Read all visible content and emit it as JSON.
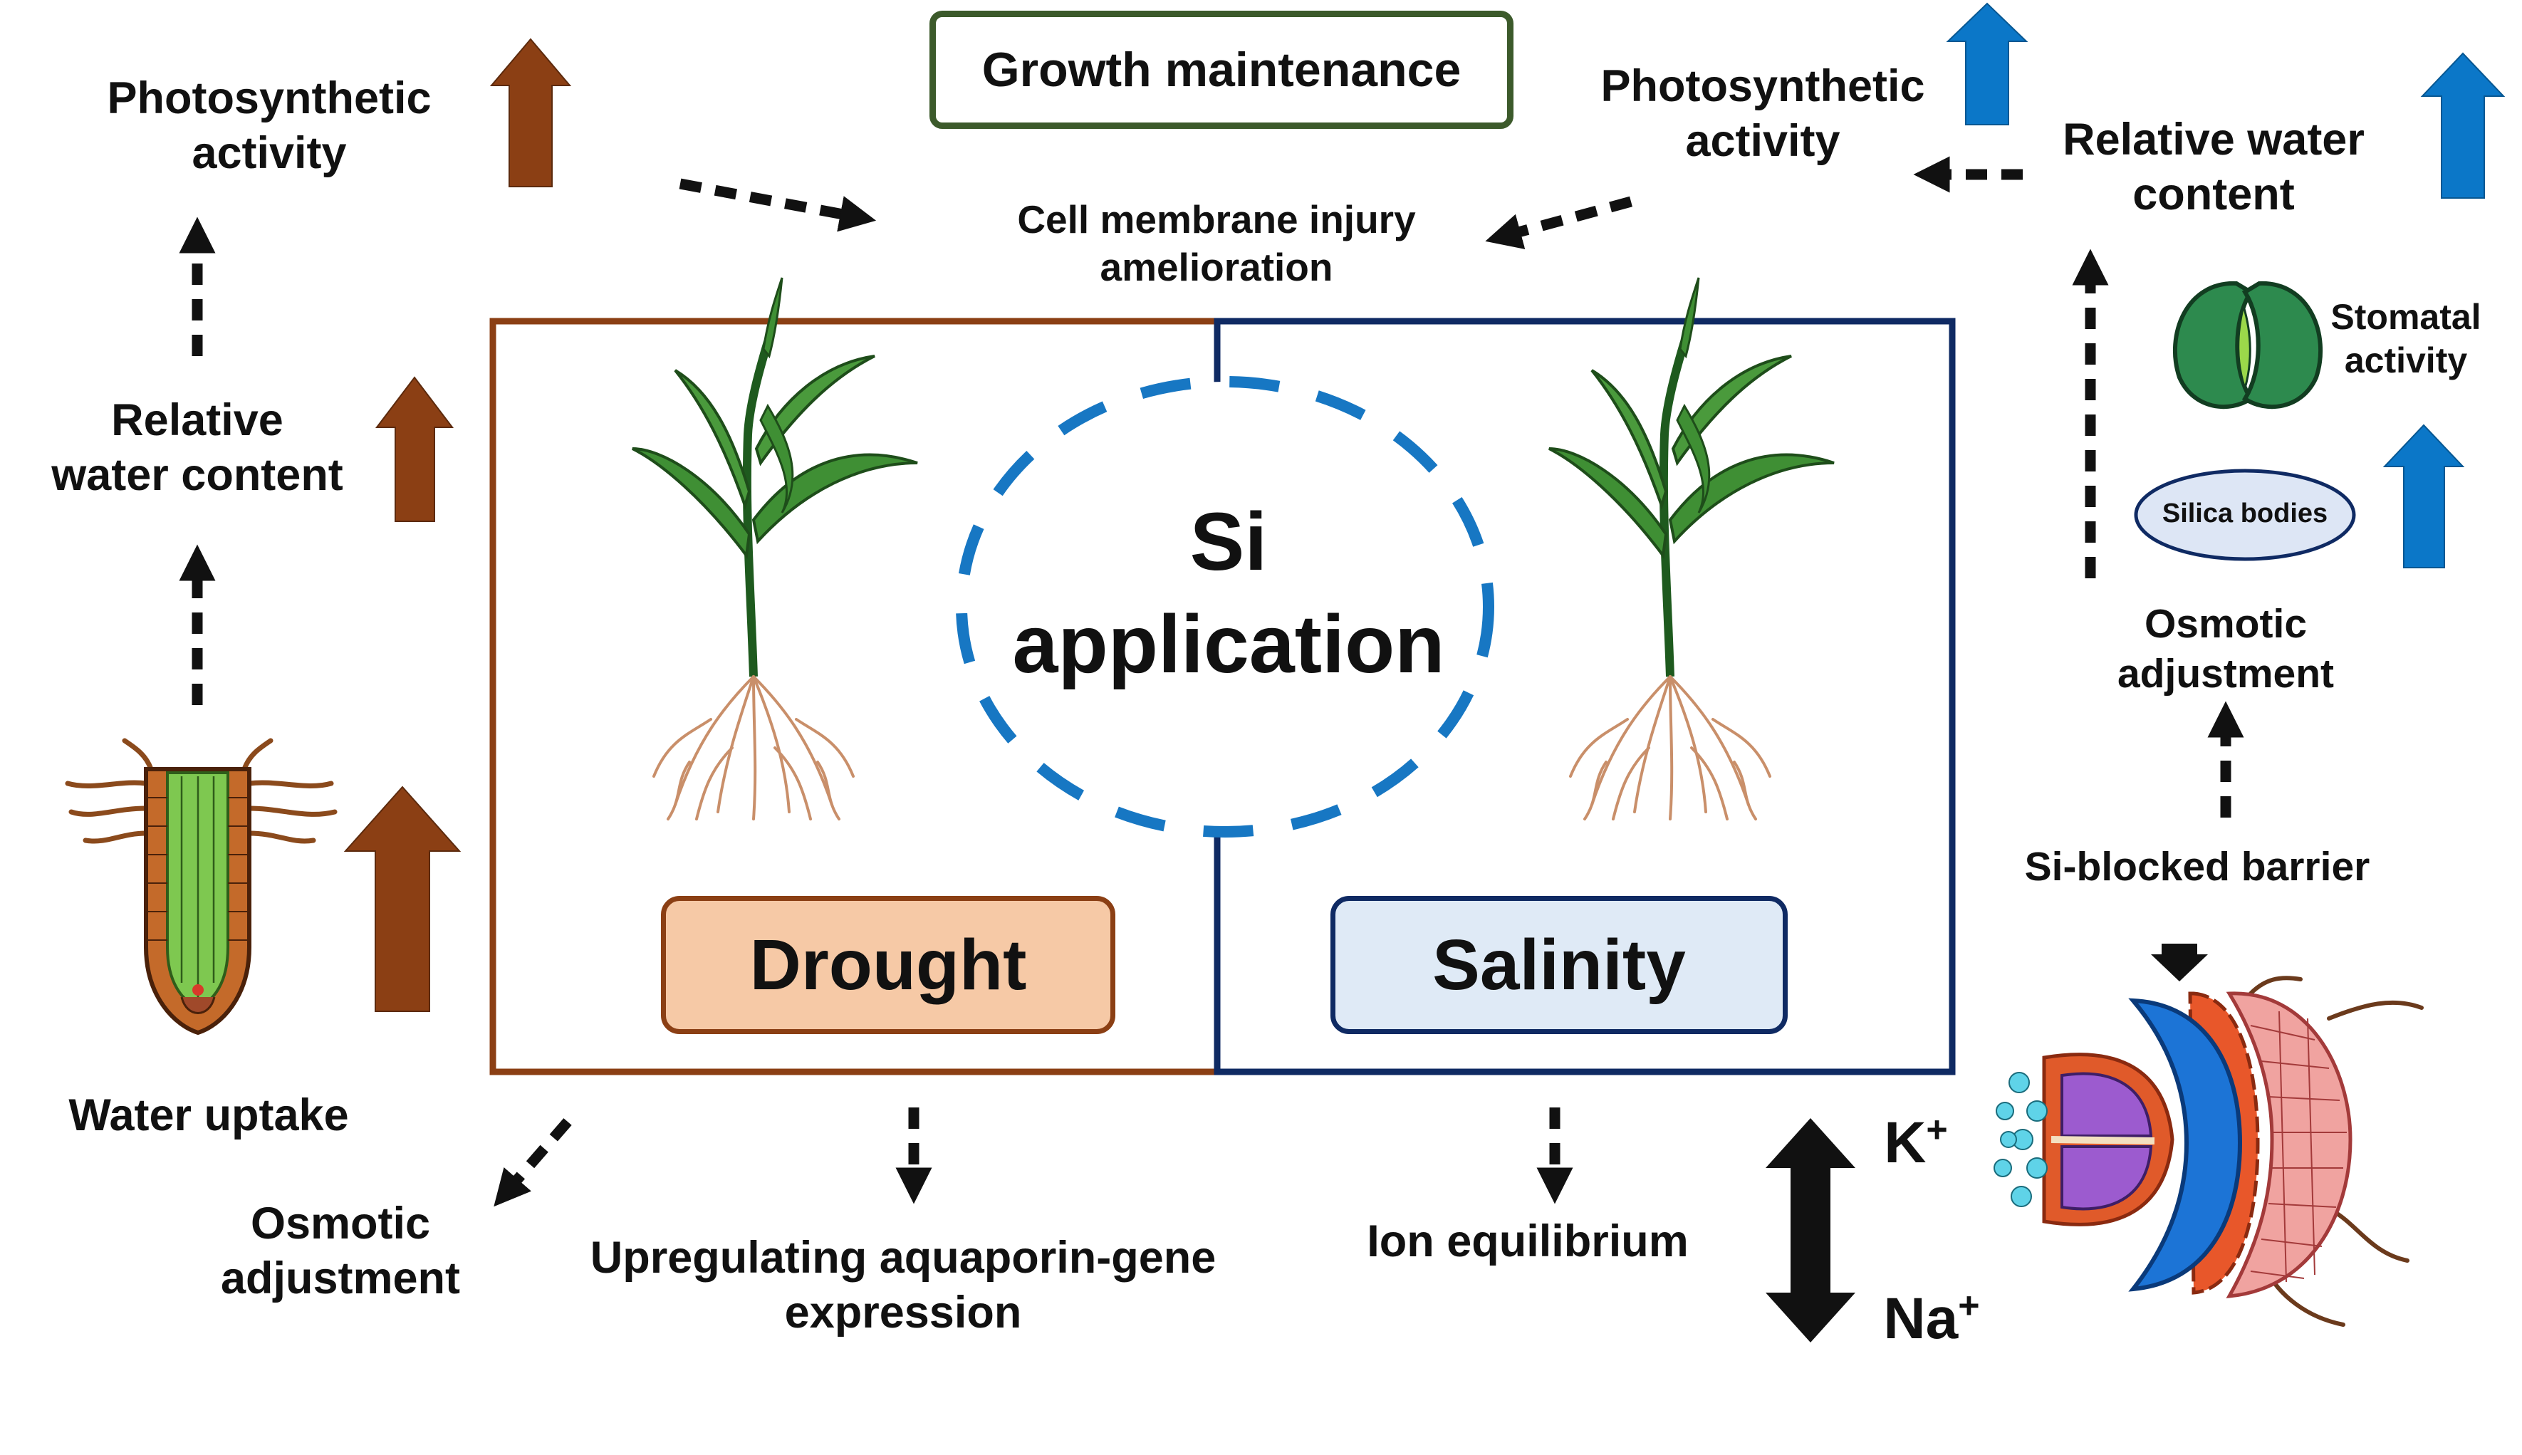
{
  "colors": {
    "drought": "#8b3f14",
    "salinity": "#0f2a63",
    "blue_arrow": "#0b77c8",
    "growth_border": "#3c5a2b",
    "drought_fill": "#f6c9a6",
    "salinity_fill": "#dfeaf6"
  },
  "center": {
    "growth_maintenance": "Growth maintenance",
    "membrane_line1": "Cell membrane injury",
    "membrane_line2": "amelioration",
    "si_line1": "Si",
    "si_line2": "application",
    "drought": "Drought",
    "salinity": "Salinity"
  },
  "drought_side": {
    "photosynthetic_line1": "Photosynthetic",
    "photosynthetic_line2": "activity",
    "rwc_line1": "Relative",
    "rwc_line2": "water content",
    "water_uptake": "Water uptake",
    "osmotic_line1": "Osmotic",
    "osmotic_line2": "adjustment",
    "aquaporin_line1": "Upregulating aquaporin-gene",
    "aquaporin_line2": "expression"
  },
  "salinity_side": {
    "photosynthetic_line1": "Photosynthetic",
    "photosynthetic_line2": "activity",
    "rwc_line1": "Relative water",
    "rwc_line2": "content",
    "stomatal_line1": "Stomatal",
    "stomatal_line2": "activity",
    "silica_bodies": "Silica bodies",
    "osmotic_line1": "Osmotic",
    "osmotic_line2": "adjustment",
    "si_blocked": "Si-blocked barrier",
    "ion_equilibrium": "Ion equilibrium",
    "k_ion": "K",
    "na_ion": "Na",
    "ion_charge": "+"
  }
}
